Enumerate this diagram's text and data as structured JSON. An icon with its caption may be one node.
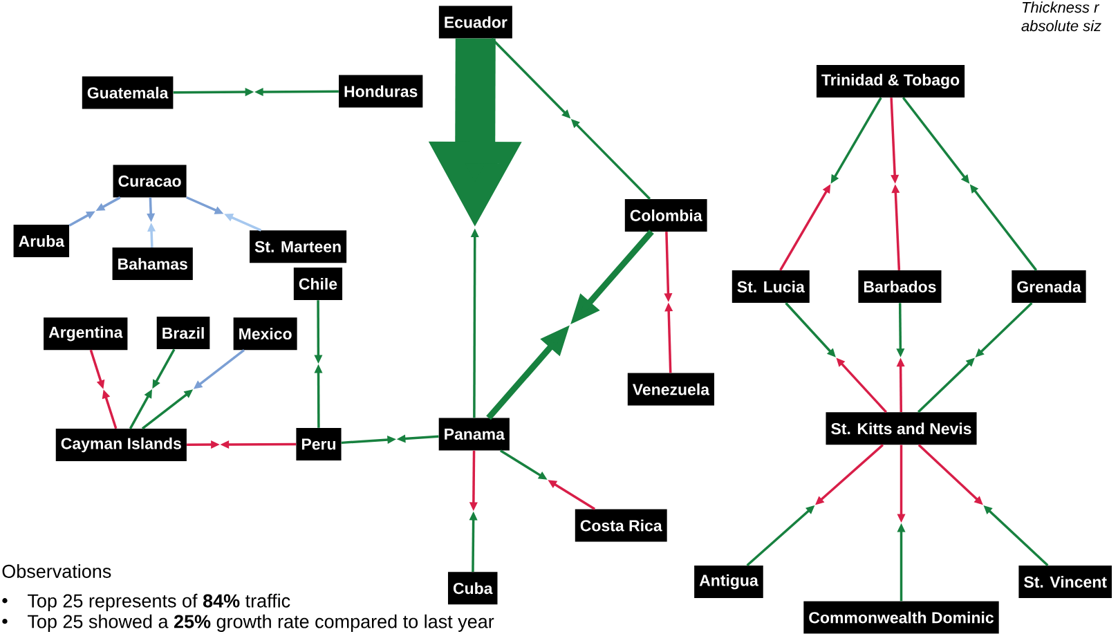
{
  "diagram": {
    "nodes": [
      {
        "text": [
          "Ecuador"
        ]
      },
      {
        "text": [
          "Guatemala"
        ]
      },
      {
        "text": [
          "Honduras"
        ]
      },
      {
        "text": [
          "Trinidad & Tobago"
        ]
      },
      {
        "text": [
          "Curacao"
        ]
      },
      {
        "text": [
          "Colombia"
        ]
      },
      {
        "text": [
          "Aruba"
        ]
      },
      {
        "text": [
          "Bahamas"
        ]
      },
      {
        "text": [
          "St. Marteen"
        ]
      },
      {
        "text": [
          "Chile"
        ]
      },
      {
        "text": [
          "St. Lucia"
        ]
      },
      {
        "text": [
          "Barbados"
        ]
      },
      {
        "text": [
          "Grenada"
        ]
      },
      {
        "text": [
          "Argentina"
        ]
      },
      {
        "text": [
          "Brazil"
        ]
      },
      {
        "text": [
          "Mexico"
        ]
      },
      {
        "text": [
          "Venezuela"
        ]
      },
      {
        "text": [
          "St. Kitts and Nevis"
        ]
      },
      {
        "text": [
          "Cayman Islands"
        ]
      },
      {
        "text": [
          "Peru"
        ]
      },
      {
        "text": [
          "Panama"
        ]
      },
      {
        "text": [
          "Costa Rica"
        ]
      },
      {
        "text": [
          "Cuba"
        ]
      },
      {
        "text": [
          "Antigua"
        ]
      },
      {
        "text": [
          "St. Vincent"
        ]
      },
      {
        "text": [
          "Commonwealth Dominic"
        ]
      }
    ],
    "edges": [
      {
        "from": 1,
        "to": null,
        "arrow": "to"
      },
      {
        "from": 2,
        "to": null,
        "arrow": "to"
      },
      {
        "from": 0,
        "to": null,
        "arrow": "to",
        "style": "thick"
      },
      {
        "from": 20,
        "to": null,
        "arrow": "to"
      },
      {
        "from": 0,
        "to": null,
        "arrow": "to"
      },
      {
        "from": 5,
        "to": null,
        "arrow": "to"
      },
      {
        "from": 5,
        "to": null,
        "arrow": "to",
        "style": "thick"
      },
      {
        "from": 20,
        "to": null,
        "arrow": "to",
        "style": "thick"
      },
      {
        "from": 5,
        "to": null,
        "arrow": "to",
        "color": "#d81e48"
      },
      {
        "from": 16,
        "to": null,
        "arrow": "to",
        "color": "#d81e48"
      },
      {
        "from": 4,
        "to": null,
        "arrow": "to",
        "color": "#7b9fd4"
      },
      {
        "from": 6,
        "to": null,
        "arrow": "to",
        "color": "#7b9fd4"
      },
      {
        "from": 4,
        "to": null,
        "arrow": "to",
        "color": "#7b9fd4"
      },
      {
        "from": 7,
        "to": null,
        "arrow": "to",
        "color": "#a6c8ef"
      },
      {
        "from": 4,
        "to": null,
        "arrow": "to",
        "color": "#7b9fd4"
      },
      {
        "from": 8,
        "to": null,
        "arrow": "to",
        "color": "#a6c8ef"
      },
      {
        "from": 9,
        "to": null,
        "arrow": "to"
      },
      {
        "from": 19,
        "to": null,
        "arrow": "to"
      },
      {
        "from": 13,
        "to": null,
        "arrow": "to",
        "color": "#d81e48"
      },
      {
        "from": 18,
        "to": null,
        "arrow": "to",
        "color": "#d81e48"
      },
      {
        "from": 14,
        "to": null,
        "arrow": "to"
      },
      {
        "from": 18,
        "to": null,
        "arrow": "to"
      },
      {
        "from": 15,
        "to": null,
        "arrow": "to",
        "color": "#7b9fd4"
      },
      {
        "from": 18,
        "to": null,
        "arrow": "to"
      },
      {
        "from": 18,
        "to": null,
        "arrow": "to",
        "color": "#d81e48"
      },
      {
        "from": 19,
        "to": null,
        "arrow": "to",
        "color": "#d81e48"
      },
      {
        "from": 19,
        "to": null,
        "arrow": "to"
      },
      {
        "from": 20,
        "to": null,
        "arrow": "to"
      },
      {
        "from": 20,
        "to": null,
        "arrow": "to"
      },
      {
        "from": 21,
        "to": null,
        "arrow": "to",
        "color": "#d81e48"
      },
      {
        "from": 20,
        "to": null,
        "arrow": "to",
        "color": "#d81e48"
      },
      {
        "from": 22,
        "to": null,
        "arrow": "to"
      },
      {
        "from": 3,
        "to": null,
        "arrow": "to"
      },
      {
        "from": 10,
        "to": null,
        "arrow": "to",
        "color": "#d81e48"
      },
      {
        "from": 3,
        "to": null,
        "arrow": "to",
        "color": "#d81e48"
      },
      {
        "from": 11,
        "to": null,
        "arrow": "to",
        "color": "#d81e48"
      },
      {
        "from": 3,
        "to": null,
        "arrow": "to"
      },
      {
        "from": 12,
        "to": null,
        "arrow": "to"
      },
      {
        "from": 10,
        "to": null,
        "arrow": "to"
      },
      {
        "from": 17,
        "to": null,
        "arrow": "to",
        "color": "#d81e48"
      },
      {
        "from": 11,
        "to": null,
        "arrow": "to"
      },
      {
        "from": 17,
        "to": null,
        "arrow": "to",
        "color": "#d81e48"
      },
      {
        "from": 12,
        "to": null,
        "arrow": "to"
      },
      {
        "from": 17,
        "to": null,
        "arrow": "to"
      },
      {
        "from": 17,
        "to": null,
        "arrow": "to",
        "color": "#d81e48"
      },
      {
        "from": 23,
        "to": null,
        "arrow": "to"
      },
      {
        "from": 17,
        "to": null,
        "arrow": "to",
        "color": "#d81e48"
      },
      {
        "from": 25,
        "to": null,
        "arrow": "to"
      },
      {
        "from": 17,
        "to": null,
        "arrow": "to",
        "color": "#d81e48"
      },
      {
        "from": 24,
        "to": null,
        "arrow": "to"
      }
    ],
    "labels": [
      "Thickness r",
      "absolute siz",
      "Observations",
      "•",
      "Top 25 represents of **84%** traffic",
      "•",
      "Top 25 showed a **25%** growth rate compared to last year"
    ]
  }
}
